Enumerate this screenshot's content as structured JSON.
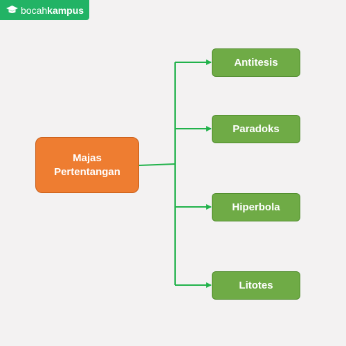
{
  "brand": {
    "icon": "graduation-cap-icon",
    "name_light": "bocah",
    "name_bold": "kampus",
    "color": "#22b365"
  },
  "diagram": {
    "root": {
      "line1": "Majas",
      "line2": "Pertentangan",
      "color": "#ee7d31"
    },
    "children": [
      {
        "label": "Antitesis"
      },
      {
        "label": "Paradoks"
      },
      {
        "label": "Hiperbola"
      },
      {
        "label": "Litotes"
      }
    ],
    "child_color": "#6fab46",
    "connector_color": "#21b24b"
  }
}
